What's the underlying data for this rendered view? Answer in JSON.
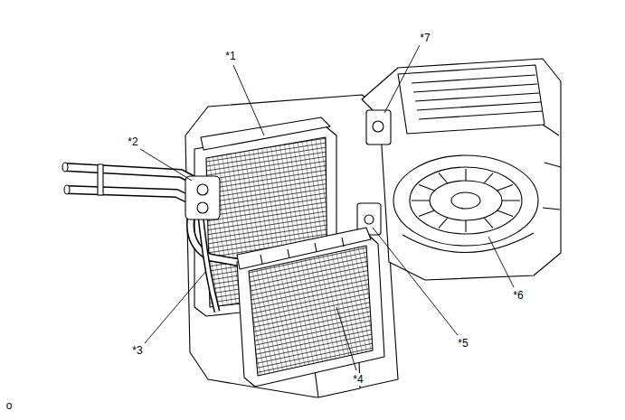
{
  "diagram": {
    "labels": [
      "*1",
      "*2",
      "*3",
      "*4",
      "*5",
      "*6",
      "*7",
      "o"
    ]
  }
}
